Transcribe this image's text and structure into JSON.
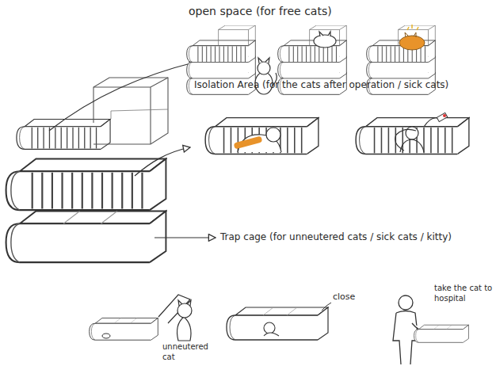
{
  "diagram": {
    "labels": [
      "open space (for free cats)",
      "Isolation Area (for the cats after operation / sick cats)",
      "Trap cage (for unneutered cats / sick cats / kitty)",
      "unneutered cat",
      "close",
      "take the cat to hospital"
    ]
  }
}
